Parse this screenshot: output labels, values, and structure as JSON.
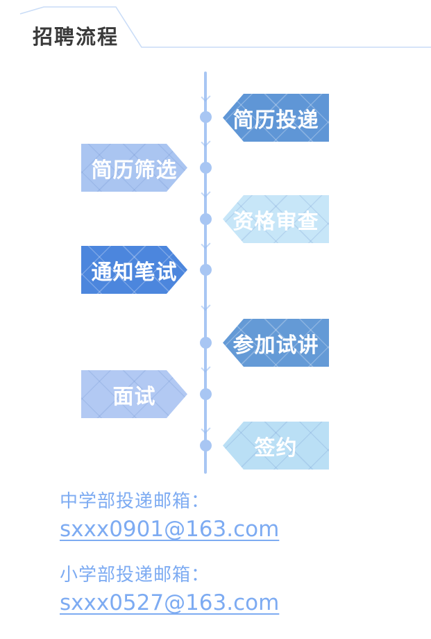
{
  "header": {
    "title": "招聘流程",
    "title_color": "#3a3a3a",
    "line_color": "#c9dcf7"
  },
  "flow": {
    "line_color": "#a8c6f3",
    "dot_color": "#a8c6f3",
    "label_color": "#ffffff",
    "steps": [
      {
        "label": "简历投递",
        "side": "right",
        "color": "#5f96d6",
        "tone": "dark"
      },
      {
        "label": "简历筛选",
        "side": "left",
        "color": "#aac5f1",
        "tone": "light"
      },
      {
        "label": "资格审查",
        "side": "right",
        "color": "#c7e6f8",
        "tone": "light"
      },
      {
        "label": "通知笔试",
        "side": "left",
        "color": "#4c86dd",
        "tone": "dark"
      },
      {
        "label": "参加试讲",
        "side": "right",
        "color": "#649ad6",
        "tone": "dark"
      },
      {
        "label": "面试",
        "side": "left",
        "color": "#b2c9f3",
        "tone": "light"
      },
      {
        "label": "签约",
        "side": "right",
        "color": "#badff5",
        "tone": "light"
      }
    ]
  },
  "contact": {
    "text_color": "#7dabf2",
    "items": [
      {
        "label": "中学部投递邮箱：",
        "email": "sxxx0901@163.com"
      },
      {
        "label": "小学部投递邮箱：",
        "email": "sxxx0527@163.com"
      }
    ]
  }
}
